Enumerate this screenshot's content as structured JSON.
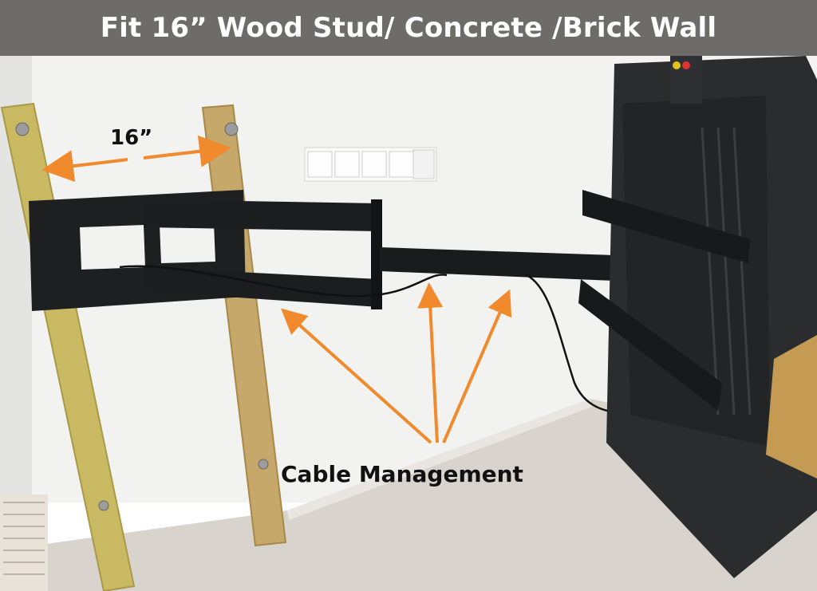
{
  "banner": {
    "title": "Fit 16” Wood Stud/ Concrete /Brick Wall"
  },
  "annotations": {
    "stud_spacing": "16”",
    "cable_label": "Cable Management"
  },
  "colors": {
    "banner_bg": "#6e6c69",
    "arrow": "#f08a2c",
    "wood": "#c6b35e",
    "mount": "#1d1e20",
    "tv_back": "#2a2b2d",
    "wall": "#f3f3f1",
    "floor": "#d6d2cb"
  },
  "icons": [
    "dimension-arrow-icon",
    "pointer-arrow-icon"
  ]
}
